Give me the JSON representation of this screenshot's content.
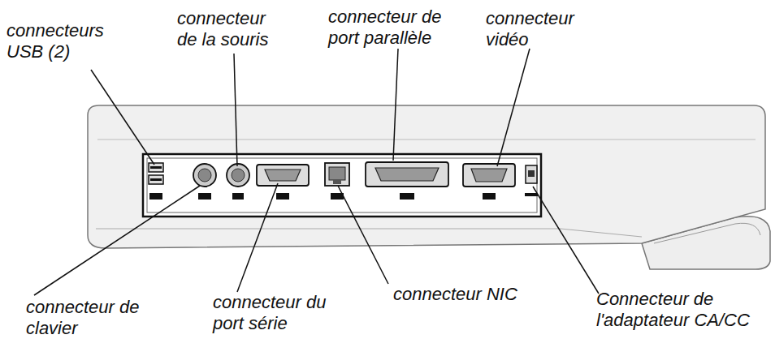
{
  "diagram": {
    "labels": [
      "connecteurs USB (2)",
      "connecteur de la souris",
      "connecteur de port parallèle",
      "connecteur vidéo",
      "connecteur de clavier",
      "connecteur du port série",
      "connecteur NIC",
      "Connecteur de l'adaptateur CA/CC"
    ]
  }
}
